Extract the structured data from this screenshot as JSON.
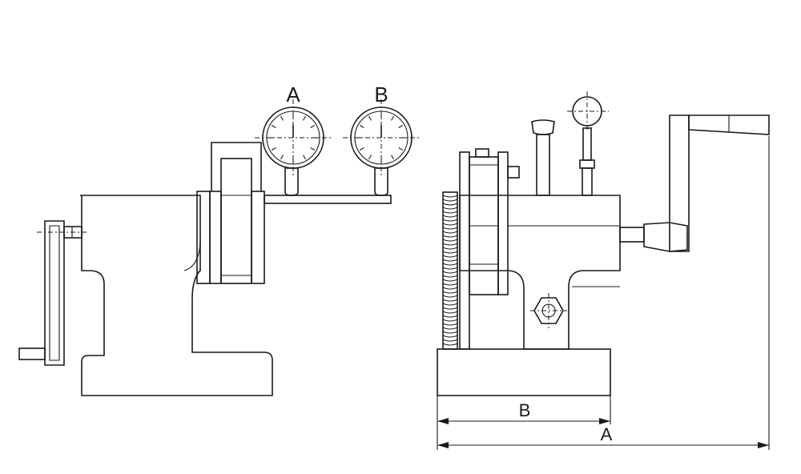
{
  "labels": {
    "gauge_a": "A",
    "gauge_b": "B",
    "dim_b": "B",
    "dim_a": "A"
  },
  "colors": {
    "line": "#1a1a1a",
    "background": "#ffffff"
  }
}
